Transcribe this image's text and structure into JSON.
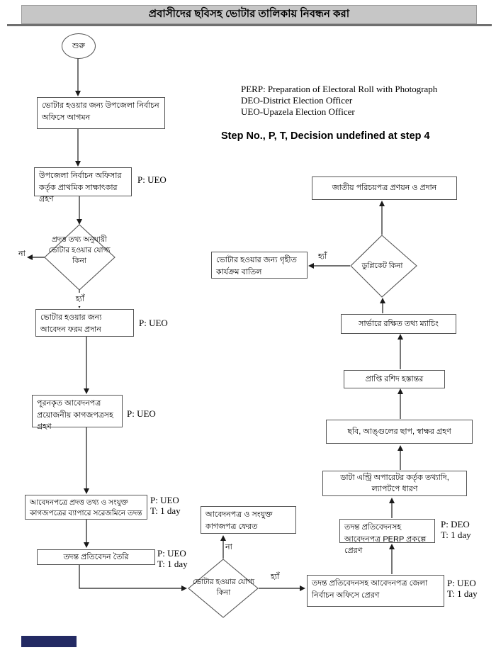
{
  "title": "প্রবাসীদের ছবিসহ ভোটার তালিকায় নিবন্ধন করা",
  "legend": {
    "perp": "PERP: Preparation of Electoral Roll with Photograph",
    "deo": "DEO-District Election Officer",
    "ueo": "UEO-Upazela Election Officer"
  },
  "note": "Step No., P, T, Decision undefined at step 4",
  "decision_labels": {
    "yes": "হ্যাঁ",
    "no": "না"
  },
  "nodes": {
    "start": {
      "text": "শুরু"
    },
    "arrive": {
      "text": "ভোটার হওয়ার জন্য উপজেলা নির্বাচন অফিসে আগমন"
    },
    "interview": {
      "text": "উপজেলা নির্বাচন অফিসার কর্তৃক প্রাথমিক সাক্ষাৎকার গ্রহণ",
      "pt": "P: UEO"
    },
    "eligible_by_info": {
      "text": "প্রদত্ত তথ্য অনুযায়ী ভোটার হওয়ার যোগ্য কিনা"
    },
    "give_form": {
      "text": "ভোটার হওয়ার জন্য আবেদন ফরম প্রদান",
      "pt": "P: UEO"
    },
    "receive_form": {
      "text": "পূরনকৃত আবেদনপত্র প্রয়োজনীয় কাগজপত্রসহ গ্রহণ",
      "pt": "P: UEO"
    },
    "field_inquiry": {
      "text": "আবেদনপত্রে প্রদত্ত তথ্য ও সংযুক্ত কাগজপত্রের ব্যাপারে সরেজমিনে তদন্ত",
      "pt": "P: UEO\nT: 1 day"
    },
    "inquiry_report": {
      "text": "তদন্ত প্রতিবেদন তৈরি",
      "pt": "P: UEO\nT: 1 day"
    },
    "eligible_final": {
      "text": "ভোটার হওয়ার যোগ্য কিনা"
    },
    "return_docs": {
      "text": "আবেদনপত্র ও সংযুক্ত কাগজপত্র ফেরত"
    },
    "send_district": {
      "text": "তদন্ত প্রতিবেদনসহ আবেদনপত্র জেলা নির্বাচন অফিসে প্রেরণ",
      "pt": "P: UEO\nT: 1 day"
    },
    "send_perp": {
      "text": "তদন্ত প্রতিবেদনসহ আবেদনপত্র PERP প্রকল্পে প্রেরণ",
      "pt": "P: DEO\nT: 1 day"
    },
    "data_entry": {
      "text": "ডাটা এন্ট্রি অপারেটর কর্তৃক তথ্যাদি, ল্যাপটপে ধারণ"
    },
    "biometrics": {
      "text": "ছবি, আঙ্গুলের ছাপ, স্বাক্ষর গ্রহণ"
    },
    "receipt": {
      "text": "প্রাপ্তি রশিদ হস্তান্তর"
    },
    "server_match": {
      "text": "সার্ভারে রক্ষিত তথ্য ম্যাচিং"
    },
    "duplicate_check": {
      "text": "ডুপ্লিকেট কিনা"
    },
    "nid_issue": {
      "text": "জাতীয় পরিচয়পত্র প্রণয়ন ও প্রদান"
    },
    "cancel_process": {
      "text": "ভোটার হওয়ার জন্য গৃহীত কার্যক্রম বাতিল"
    }
  },
  "colors": {
    "title_bar_bg": "#c6c6c6",
    "connector": "#1a1a1a",
    "footer_bar_bg": "#232a63"
  }
}
